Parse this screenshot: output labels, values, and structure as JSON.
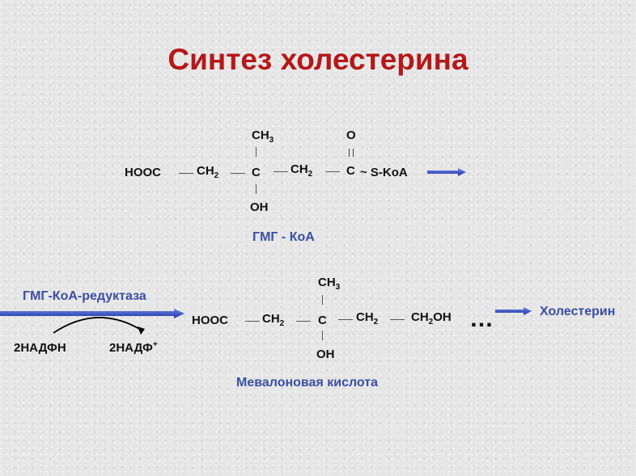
{
  "title": "Синтез холестерина",
  "hmg": {
    "ch3": "CH",
    "ch3_sub": "3",
    "o": "O",
    "hooc": "HOOC",
    "ch2a": "CH",
    "ch2a_sub": "2",
    "c1": "C",
    "ch2b": "CH",
    "ch2b_sub": "2",
    "c2": "C",
    "skoa": "~ S-KoA",
    "oh": "OH",
    "name": "ГМГ - КоА"
  },
  "enzyme": "ГМГ-КоА-редуктаза",
  "cofactor_left": "2НАДФН",
  "cofactor_right": "2НАДФ",
  "cofactor_right_sup": "+",
  "mev": {
    "ch3": "CH",
    "ch3_sub": "3",
    "hooc": "HOOC",
    "ch2a": "CH",
    "ch2a_sub": "2",
    "c": "C",
    "ch2b": "CH",
    "ch2b_sub": "2",
    "ch2oh_a": "CH",
    "ch2oh_sub": "2",
    "ch2oh_b": "OH",
    "oh": "OH",
    "ellipsis": "…",
    "name": "Мевалоновая кислота"
  },
  "product": "Холестерин",
  "colors": {
    "title": "#b51818",
    "label": "#3b4fa3",
    "arrow": "#2f46b8"
  }
}
